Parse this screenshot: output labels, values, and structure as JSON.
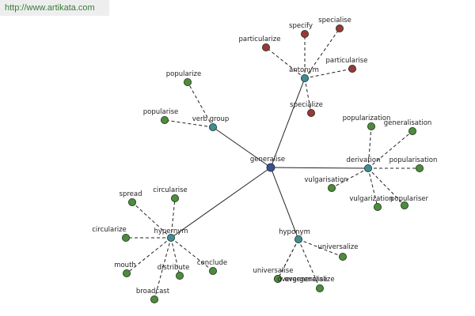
{
  "watermark": "http://www.artikata.com",
  "colors": {
    "center": "#3a4f9a",
    "hub": "#3f8d96",
    "leaf": "#4c8c3a",
    "antonym_leaf": "#983838",
    "edge": "#222222",
    "stroke": "#1e2e1e"
  },
  "center": {
    "label": "generalise"
  },
  "hubs": [
    {
      "id": "antonym",
      "label": "antonym"
    },
    {
      "id": "verbgroup",
      "label": "verb group"
    },
    {
      "id": "derivation",
      "label": "derivation"
    },
    {
      "id": "hypernym",
      "label": "hypernym"
    },
    {
      "id": "hyponym",
      "label": "hyponym"
    }
  ],
  "leaves": [
    {
      "hub": "antonym",
      "label": "specify"
    },
    {
      "hub": "antonym",
      "label": "specialise"
    },
    {
      "hub": "antonym",
      "label": "particularize"
    },
    {
      "hub": "antonym",
      "label": "particularise"
    },
    {
      "hub": "antonym",
      "label": "specialize"
    },
    {
      "hub": "verbgroup",
      "label": "popularize"
    },
    {
      "hub": "verbgroup",
      "label": "popularise"
    },
    {
      "hub": "derivation",
      "label": "popularization"
    },
    {
      "hub": "derivation",
      "label": "generalisation"
    },
    {
      "hub": "derivation",
      "label": "popularisation"
    },
    {
      "hub": "derivation",
      "label": "vulgarisation"
    },
    {
      "hub": "derivation",
      "label": "vulgarization"
    },
    {
      "hub": "derivation",
      "label": "populariser"
    },
    {
      "hub": "hypernym",
      "label": "spread"
    },
    {
      "hub": "hypernym",
      "label": "circularise"
    },
    {
      "hub": "hypernym",
      "label": "circularize"
    },
    {
      "hub": "hypernym",
      "label": "mouth"
    },
    {
      "hub": "hypernym",
      "label": "distribute"
    },
    {
      "hub": "hypernym",
      "label": "conclude"
    },
    {
      "hub": "hypernym",
      "label": "broadcast"
    },
    {
      "hub": "hyponym",
      "label": "universalize"
    },
    {
      "hub": "hyponym",
      "label": "universalise"
    },
    {
      "hub": "hyponym",
      "label": "overgeneralize"
    },
    {
      "hub": "hyponym",
      "label": "overgeneralise"
    }
  ]
}
